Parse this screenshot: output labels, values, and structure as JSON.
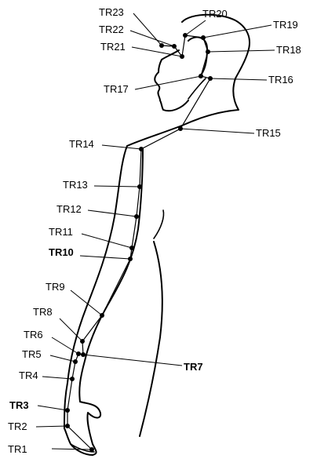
{
  "meridian_points": [
    {
      "label": "TR1",
      "bold": false
    },
    {
      "label": "TR2",
      "bold": false
    },
    {
      "label": "TR3",
      "bold": true
    },
    {
      "label": "TR4",
      "bold": false
    },
    {
      "label": "TR5",
      "bold": false
    },
    {
      "label": "TR6",
      "bold": false
    },
    {
      "label": "TR7",
      "bold": true
    },
    {
      "label": "TR8",
      "bold": false
    },
    {
      "label": "TR9",
      "bold": false
    },
    {
      "label": "TR10",
      "bold": true
    },
    {
      "label": "TR11",
      "bold": false
    },
    {
      "label": "TR12",
      "bold": false
    },
    {
      "label": "TR13",
      "bold": false
    },
    {
      "label": "TR14",
      "bold": false
    },
    {
      "label": "TR15",
      "bold": false
    },
    {
      "label": "TR16",
      "bold": false
    },
    {
      "label": "TR17",
      "bold": false
    },
    {
      "label": "TR18",
      "bold": false
    },
    {
      "label": "TR19",
      "bold": false
    },
    {
      "label": "TR20",
      "bold": false
    },
    {
      "label": "TR21",
      "bold": false
    },
    {
      "label": "TR22",
      "bold": false
    },
    {
      "label": "TR23",
      "bold": false
    }
  ]
}
